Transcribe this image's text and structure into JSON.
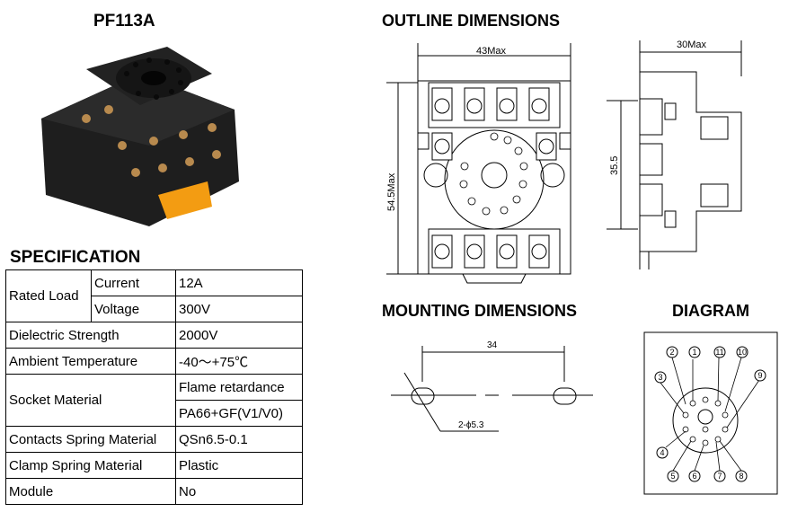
{
  "product": {
    "title": "PF113A"
  },
  "specification": {
    "title": "SPECIFICATION",
    "rows": [
      {
        "label": "Rated Load",
        "sublabel": "Current",
        "value": "12A"
      },
      {
        "label": "",
        "sublabel": "Voltage",
        "value": "300V"
      },
      {
        "label": "Dielectric Strength",
        "value": "2000V"
      },
      {
        "label": "Ambient Temperature",
        "value": "-40～+75℃"
      },
      {
        "label": "Socket Material",
        "value": "Flame retardance",
        "value2": "PA66+GF(V1/V0)"
      },
      {
        "label": "Contacts Spring Material",
        "value": "QSn6.5-0.1"
      },
      {
        "label": "Clamp Spring Material",
        "value": "Plastic"
      },
      {
        "label": "Module",
        "value": "No"
      }
    ]
  },
  "outline": {
    "title": "OUTLINE DIMENSIONS",
    "width_label": "43Max",
    "height_label": "54.5Max",
    "side_width_label": "30Max",
    "side_height_label": "35.5"
  },
  "mounting": {
    "title": "MOUNTING DIMENSIONS",
    "spacing_label": "34",
    "hole_label": "2-ϕ5.3"
  },
  "diagram": {
    "title": "DIAGRAM",
    "pins": [
      "1",
      "2",
      "3",
      "4",
      "5",
      "6",
      "7",
      "8",
      "9",
      "10",
      "11"
    ]
  }
}
